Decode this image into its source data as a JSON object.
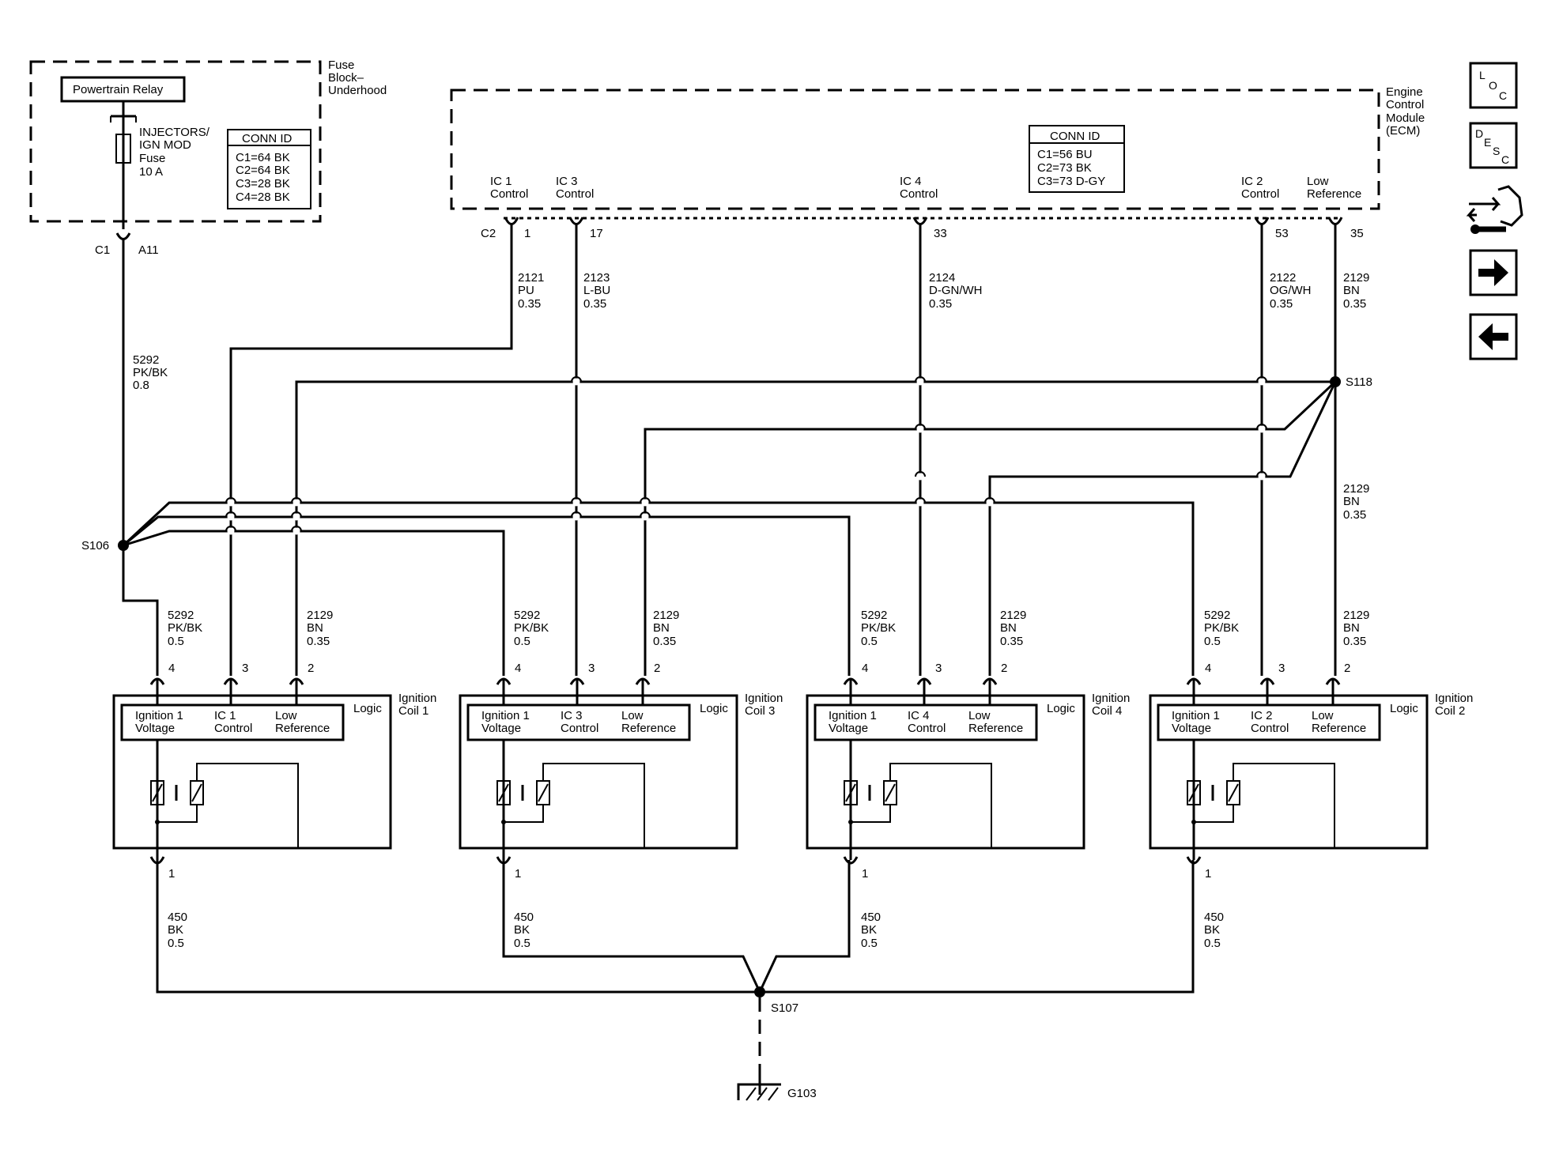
{
  "fuse_block": {
    "title": [
      "Fuse",
      "Block–",
      "Underhood"
    ],
    "relay": "Powertrain Relay",
    "fuse_label": [
      "INJECTORS/",
      "IGN MOD",
      "Fuse",
      "10 A"
    ],
    "conn_id_title": "CONN ID",
    "conn_ids": [
      "C1=64 BK",
      "C2=64 BK",
      "C3=28 BK",
      "C4=28 BK"
    ],
    "connector": "C1",
    "pin": "A11"
  },
  "ecm": {
    "title": [
      "Engine",
      "Control",
      "Module",
      "(ECM)"
    ],
    "conn_id_title": "CONN ID",
    "conn_ids": [
      "C1=56 BU",
      "C2=73 BK",
      "C3=73 D-GY"
    ],
    "connector": "C2",
    "terminals": [
      {
        "label": [
          "IC 1",
          "Control"
        ],
        "pin": "1",
        "circuit": [
          "2121",
          "PU",
          "0.35"
        ]
      },
      {
        "label": [
          "IC 3",
          "Control"
        ],
        "pin": "17",
        "circuit": [
          "2123",
          "L-BU",
          "0.35"
        ]
      },
      {
        "label": [
          "IC 4",
          "Control"
        ],
        "pin": "33",
        "circuit": [
          "2124",
          "D-GN/WH",
          "0.35"
        ]
      },
      {
        "label": [
          "IC 2",
          "Control"
        ],
        "pin": "53",
        "circuit": [
          "2122",
          "OG/WH",
          "0.35"
        ]
      },
      {
        "label": [
          "Low",
          "Reference"
        ],
        "pin": "35",
        "circuit": [
          "2129",
          "BN",
          "0.35"
        ]
      }
    ]
  },
  "feed_wire": [
    "5292",
    "PK/BK",
    "0.8"
  ],
  "splices": {
    "s106": "S106",
    "s118": "S118",
    "s107": "S107"
  },
  "s118_wire": [
    "2129",
    "BN",
    "0.35"
  ],
  "coils": [
    {
      "name": [
        "Ignition",
        "Coil 1"
      ],
      "logic": "Logic",
      "ic_label": [
        "IC 1",
        "Control"
      ]
    },
    {
      "name": [
        "Ignition",
        "Coil 3"
      ],
      "logic": "Logic",
      "ic_label": [
        "IC 3",
        "Control"
      ]
    },
    {
      "name": [
        "Ignition",
        "Coil 4"
      ],
      "logic": "Logic",
      "ic_label": [
        "IC 4",
        "Control"
      ]
    },
    {
      "name": [
        "Ignition",
        "Coil 2"
      ],
      "logic": "Logic",
      "ic_label": [
        "IC 2",
        "Control"
      ]
    }
  ],
  "coil_common": {
    "ign_label": [
      "Ignition 1",
      "Voltage"
    ],
    "low_ref_label": [
      "Low",
      "Reference"
    ],
    "pin_voltage": "4",
    "pin_control": "3",
    "pin_lowref": "2",
    "pin_ground": "1",
    "voltage_wire": [
      "5292",
      "PK/BK",
      "0.5"
    ],
    "lowref_wire": [
      "2129",
      "BN",
      "0.35"
    ],
    "ground_wire": [
      "450",
      "BK",
      "0.5"
    ]
  },
  "ground": "G103",
  "nav_icons": {
    "loc": [
      "L",
      "O",
      "C"
    ],
    "desc": [
      "D",
      "E",
      "S",
      "C"
    ],
    "items": [
      "loc-icon",
      "desc-icon",
      "service-tool-icon",
      "forward-arrow-icon",
      "back-arrow-icon"
    ]
  }
}
